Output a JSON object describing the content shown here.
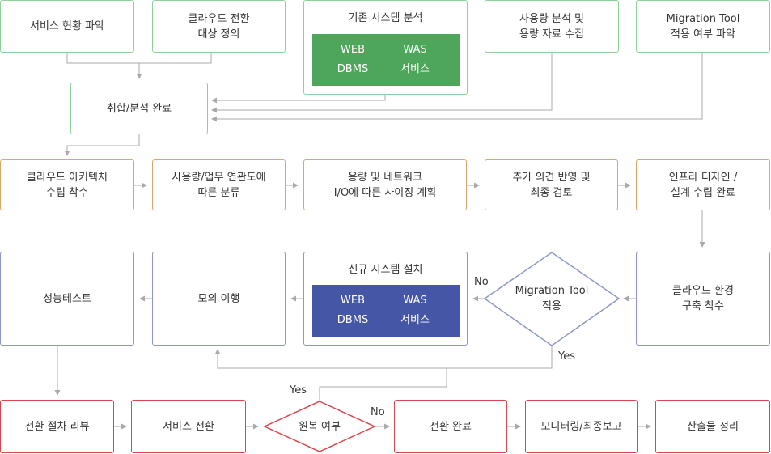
{
  "row1": {
    "service_status": "서비스 현황 파악",
    "cloud_target": [
      "클라우드 전환",
      "대상 정의"
    ],
    "legacy": {
      "title": "기존 시스템 분석",
      "items": [
        "WEB",
        "WAS",
        "DBMS",
        "서비스"
      ]
    },
    "usage": [
      "사용량 분석 및",
      "용량 자료 수집"
    ],
    "migration_tool": [
      "Migration Tool",
      "적용 여부 파악"
    ]
  },
  "collect_done": "취합/분석 완료",
  "row2": {
    "arch": [
      "클라우드 아키텍처",
      "수립 착수"
    ],
    "classify": [
      "사용량/업무 연관도에",
      "따른 분류"
    ],
    "sizing": [
      "용량 및 네트워크",
      "I/O에 따른 사이징 계획"
    ],
    "review": [
      "추가 의견 반영 및",
      "최종 검토"
    ],
    "infra": [
      "인프라 디자인 /",
      "설계 수립 완료"
    ]
  },
  "row3": {
    "perf": "성능테스트",
    "mock": "모의 이행",
    "new_system": {
      "title": "신규 시스템 설치",
      "items": [
        "WEB",
        "WAS",
        "DBMS",
        "서비스"
      ]
    },
    "decision": [
      "Migration Tool",
      "적용"
    ],
    "no_label": "No",
    "yes_label": "Yes",
    "cloud_env": [
      "클라우드 환경",
      "구축 착수"
    ]
  },
  "row4": {
    "review": "전환 절차 리뷰",
    "switch": "서비스 전환",
    "rollback": "원복 여부",
    "yes_label": "Yes",
    "no_label": "No",
    "done": "전환 완료",
    "monitor": "모니터링/최종보고",
    "output": "산출물 정리"
  },
  "colors": {
    "green_border": "#8fd19a",
    "green_fill": "#4da65a",
    "orange_border": "#d9a86c",
    "blue_border": "#8d97c9",
    "blue_fill": "#4556a6",
    "red_border": "#d9464b",
    "connector": "#aaaaaa"
  }
}
